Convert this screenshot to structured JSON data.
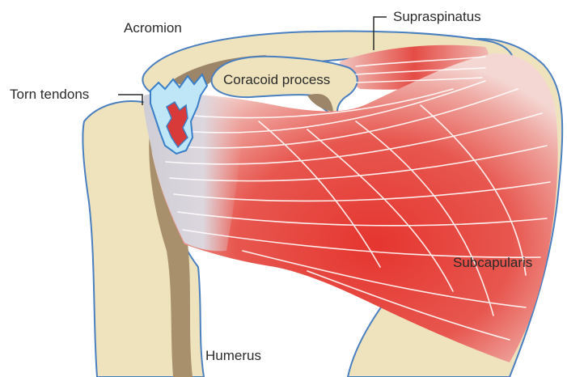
{
  "labels": {
    "acromion": "Acromion",
    "supraspinatus": "Supraspinatus",
    "torn_tendons": "Torn tendons",
    "coracoid_process": "Coracoid process",
    "subcapularis": "Subcapularis",
    "humerus": "Humerus"
  },
  "colors": {
    "bone_fill": "#efe3bd",
    "bone_outline": "#4a7fc0",
    "bone_shadow": "#a08a68",
    "muscle_core": "#e23a3a",
    "muscle_edge": "#f4d2cf",
    "tendon": "#d5d3da",
    "tear_blue": "#bfe6f7",
    "tear_red": "#d83a3a",
    "fiber": "#ffffff",
    "text": "#2a2a2a"
  },
  "icons": [
    "shoulder-anatomy-illustration"
  ]
}
